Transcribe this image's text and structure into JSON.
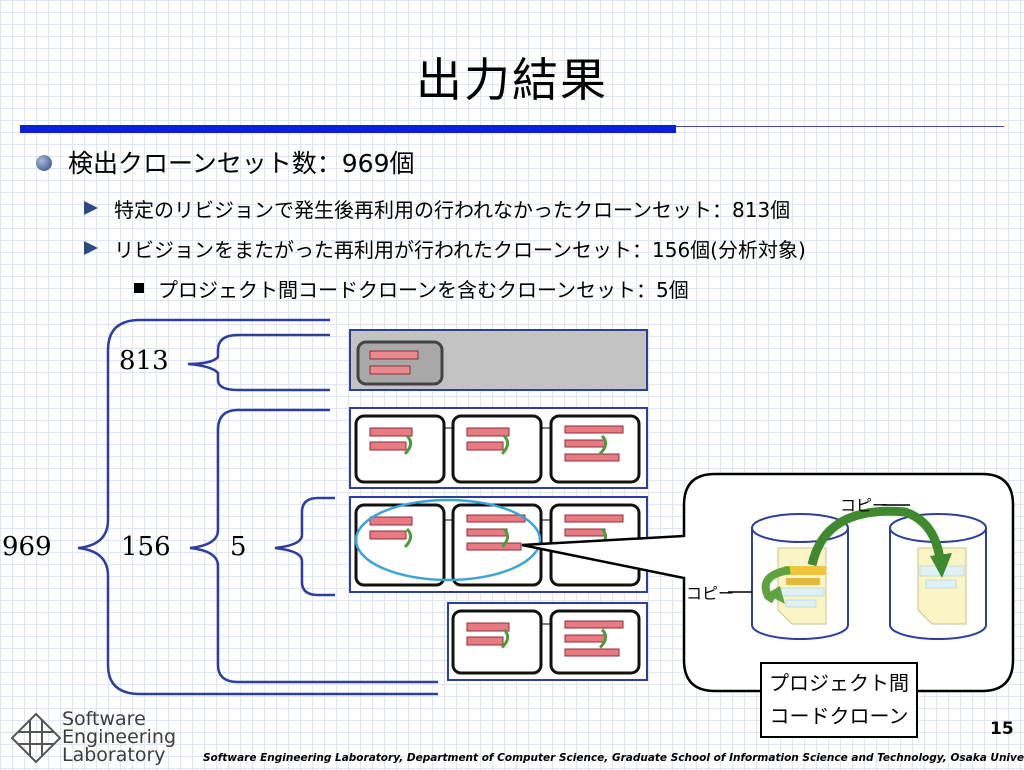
{
  "title": "出力結果",
  "bullet_main": "検出クローンセット数：969個",
  "sub_bullets": [
    "特定のリビジョンで発生後再利用の行われなかったクローンセット：813個",
    "リビジョンをまたがった再利用が行われたクローンセット：156個(分析対象)"
  ],
  "sub_sub_bullet": "プロジェクト間コードクローンを含むクローンセット：5個",
  "diagram": {
    "counts": {
      "total": "969",
      "no_reuse": "813",
      "reused": "156",
      "inter_project": "5"
    },
    "copy_label_top": "コピー",
    "copy_label_left": "コピー",
    "project_box_line1": "プロジェクト間",
    "project_box_line2": "コードクローン"
  },
  "footer": {
    "logo_line1": "Software",
    "logo_line2": "Engineering",
    "logo_line3": "Laboratory",
    "affiliation": "Software Engineering Laboratory, Department of Computer Science, Graduate School of Information Science and Technology, Osaka University",
    "page_number": "15"
  }
}
